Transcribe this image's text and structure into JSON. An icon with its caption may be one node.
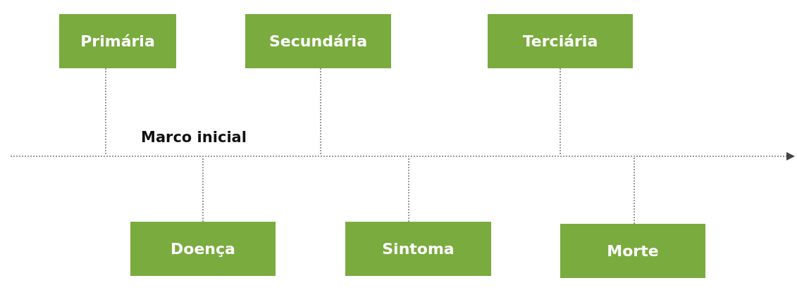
{
  "diagram": {
    "nodes": [
      {
        "text": [
          "Primária"
        ]
      },
      {
        "text": [
          "Secundária"
        ]
      },
      {
        "text": [
          "Terciária"
        ]
      },
      {
        "text": [
          "Doença"
        ]
      },
      {
        "text": [
          "Sintoma"
        ]
      },
      {
        "text": [
          "Morte"
        ]
      }
    ],
    "edges": [
      {
        "from": 0,
        "to": null,
        "arrow": "none",
        "style": "dashed"
      },
      {
        "from": 1,
        "to": null,
        "arrow": "none",
        "style": "dashed"
      },
      {
        "from": 2,
        "to": null,
        "arrow": "none",
        "style": "dashed"
      },
      {
        "from": 3,
        "to": null,
        "arrow": "none",
        "style": "dashed"
      },
      {
        "from": 4,
        "to": null,
        "arrow": "none",
        "style": "dashed"
      },
      {
        "from": 5,
        "to": null,
        "arrow": "none",
        "style": "dashed"
      }
    ],
    "labels": [
      "Marco inicial"
    ]
  }
}
